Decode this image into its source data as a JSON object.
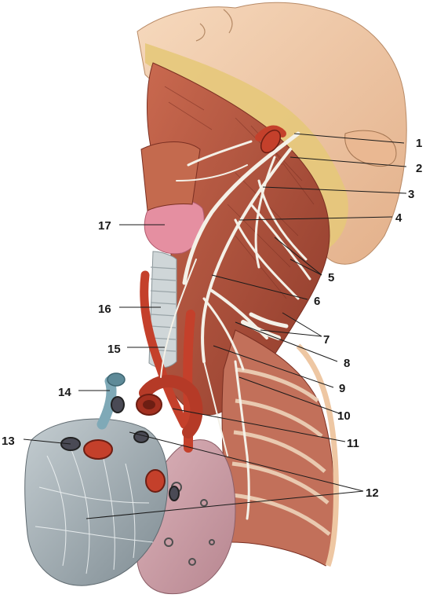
{
  "labels": {
    "l1": "1",
    "l2": "2",
    "l3": "3",
    "l4": "4",
    "l5": "5",
    "l6": "6",
    "l7": "7",
    "l8": "8",
    "l9": "9",
    "l10": "10",
    "l11": "11",
    "l12": "12",
    "l13": "13",
    "l14": "14",
    "l15": "15",
    "l16": "16",
    "l17": "17"
  },
  "colors": {
    "skin": "#eec7a3",
    "muscle": "#b5553f",
    "artery": "#c4402b",
    "nerve": "#f4f1e8",
    "fat": "#e6c87a",
    "vein": "#7fa9b7",
    "heart": "#9aa7ad",
    "lung": "#c99aa3",
    "thyroid": "#e58fa1"
  }
}
